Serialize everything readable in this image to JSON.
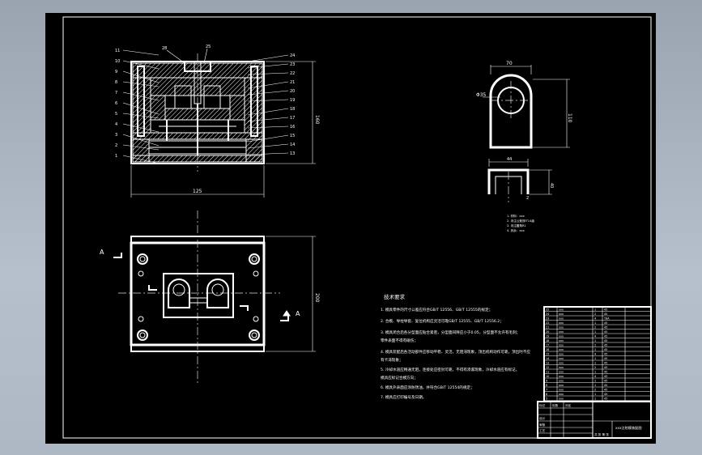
{
  "drawing": {
    "section_labels": {
      "left": "A",
      "right": "A"
    },
    "dimensions": {
      "top_height": "160",
      "top_width": "125",
      "plan_height": "200",
      "part_width": "70",
      "part_diameter": "Φ35",
      "part_height": "110",
      "section_width": "44",
      "section_depth": "40",
      "section_thickness": "2"
    },
    "part_notes": [
      "1. 材料：xxx",
      "2. 未注公差按IT14级",
      "3. 未注圆角R1",
      "4. 其余：xxx"
    ],
    "tech_requirements": {
      "title": "技术要求",
      "items": [
        "1. 模具零件的尺寸公差应符合GB/T 12556、GB/T 12555的规定；",
        "2. 合模、导柱导套、复位机构应灵活可靠GB/T 12555、GB/T 12556.2；",
        "3. 模具闭合后各分型面应贴合紧密，分型面间隙应小于0.05，分型面不允许有毛刺；",
        "   零件表面不得有碰伤；",
        "4. 模具装配后各活动部件应移动平稳、灵活，无阻滞现象，顶出机构动作可靠，顶出时不应",
        "   有卡滞现象；",
        "5. 冷却水道应畅通无阻，连接处应密封可靠，不得有渗漏现象，冷却水道应有标记，",
        "   模具应标记合模方向；",
        "6. 模具外表面应涂防锈油，并符合GB/T 12554的规定；",
        "7. 模具应打印编号及日期。"
      ]
    },
    "balloons_left": [
      "11",
      "10",
      "9",
      "8",
      "7",
      "6",
      "5",
      "4",
      "3",
      "2",
      "1"
    ],
    "balloons_right": [
      "24",
      "23",
      "22",
      "21",
      "20",
      "19",
      "18",
      "17",
      "16",
      "15",
      "14",
      "13"
    ],
    "balloons_top": [
      "28",
      "25"
    ],
    "title_block": {
      "drawing_title": "xxx注射模装配图",
      "row_labels": [
        "标记",
        "处数",
        "分区",
        "设计",
        "审核",
        "工艺"
      ],
      "sheet_text": "共 张 第 张"
    },
    "bom_rows": [
      [
        "25",
        "xxx",
        "1",
        "45"
      ],
      [
        "24",
        "xxx",
        "2",
        "45"
      ],
      [
        "23",
        "xxx",
        "4",
        "T8A"
      ],
      [
        "22",
        "xxx",
        "1",
        "45"
      ],
      [
        "21",
        "xxx",
        "2",
        "45"
      ],
      [
        "20",
        "xxx",
        "1",
        "45"
      ],
      [
        "19",
        "xxx",
        "4",
        "45"
      ],
      [
        "18",
        "xxx",
        "1",
        "45"
      ],
      [
        "17",
        "xxx",
        "2",
        "45"
      ],
      [
        "16",
        "xxx",
        "1",
        "45"
      ],
      [
        "15",
        "xxx",
        "4",
        "45"
      ],
      [
        "14",
        "xxx",
        "1",
        "45"
      ],
      [
        "13",
        "xxx",
        "1",
        "45"
      ],
      [
        "12",
        "xxx",
        "2",
        "45"
      ],
      [
        "11",
        "xxx",
        "1",
        "45"
      ],
      [
        "10",
        "xxx",
        "4",
        "45"
      ],
      [
        "9",
        "xxx",
        "1",
        "45"
      ],
      [
        "8",
        "xxx",
        "1",
        "45"
      ],
      [
        "7",
        "xxx",
        "2",
        "45"
      ],
      [
        "6",
        "xxx",
        "1",
        "45"
      ],
      [
        "5",
        "xxx",
        "1",
        "45"
      ]
    ]
  }
}
